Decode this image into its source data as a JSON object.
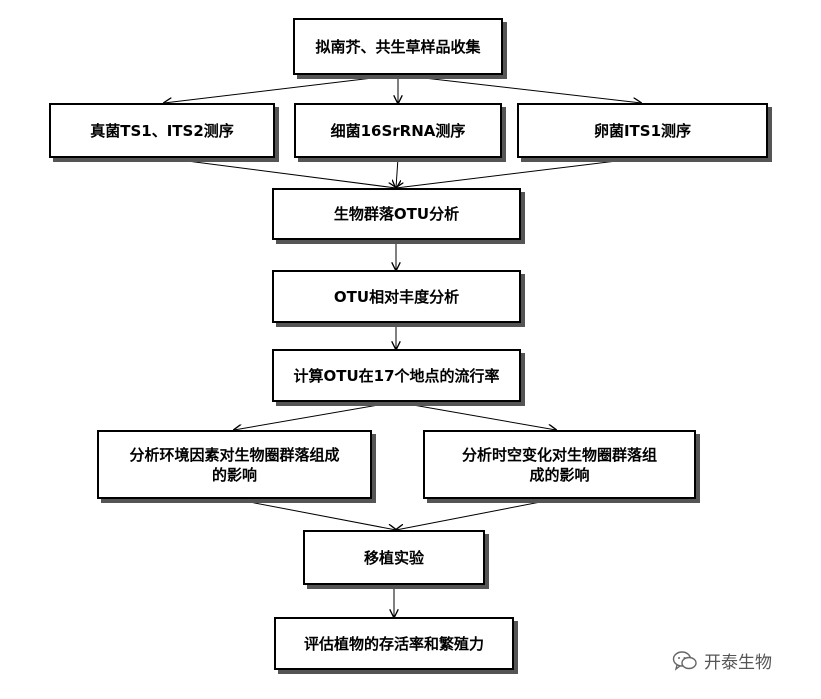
{
  "nodes": {
    "collect": "拟南芥、共生草样品收集",
    "fungi": "真菌TS1、ITS2测序",
    "bacteria": "细菌16SrRNA测序",
    "oomycete": "卵菌ITS1测序",
    "otu_analysis": "生物群落OTU分析",
    "otu_abundance": "OTU相对丰度分析",
    "otu_prevalence": "计算OTU在17个地点的流行率",
    "env_factors": "分析环境因素对生物圈群落组成的影响",
    "spatiotemporal": "分析时空变化对生物圈群落组成的影响",
    "transplant": "移植实验",
    "evaluate": "评估植物的存活率和繁殖力"
  },
  "watermark": {
    "text": "开泰生物",
    "icon": "wechat-icon"
  }
}
